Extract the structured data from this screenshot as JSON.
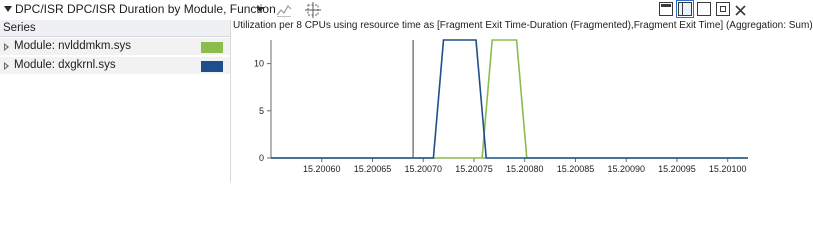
{
  "toolbar": {
    "title": "DPC/ISR",
    "preset": "DPC/ISR Duration by Module, Function",
    "icons": [
      "collapse-arrow",
      "graph-legend-icon",
      "select-icon",
      "display-graph-icon",
      "display-graph-table-icon",
      "display-table-icon",
      "minimize-icon",
      "close-icon"
    ]
  },
  "series_panel": {
    "header": "Series",
    "rows": [
      {
        "label": "Module: nvlddmkm.sys",
        "color": "#8cbb4e"
      },
      {
        "label": "Module: dxgkrnl.sys",
        "color": "#1f4e8c"
      }
    ]
  },
  "chart": {
    "caption": "Utilization per 8 CPUs using resource time as [Fragment Exit Time-Duration (Fragmented),Fragment Exit Time] (Aggregation: Sum)"
  },
  "chart_data": {
    "type": "line",
    "xlim": [
      15.20055,
      15.20102
    ],
    "ylim": [
      0,
      12.5
    ],
    "yticks": [
      0,
      5,
      10
    ],
    "ytick_labels": [
      "0",
      "5",
      "10"
    ],
    "xticks": [
      15.2006,
      15.20065,
      15.2007,
      15.20075,
      15.2008,
      15.20085,
      15.2009,
      15.20095,
      15.201
    ],
    "xtick_labels": [
      "15.20060",
      "15.20065",
      "15.20070",
      "15.20075",
      "15.20080",
      "15.20085",
      "15.20090",
      "15.20095",
      "15.20100"
    ],
    "cursor_x": 15.20069,
    "series": [
      {
        "name": "Module: nvlddmkm.sys",
        "color": "#8cbb4e",
        "x": [
          15.20055,
          15.200758,
          15.200768,
          15.200792,
          15.200802,
          15.20102
        ],
        "y": [
          0,
          0,
          12.5,
          12.5,
          0,
          0
        ]
      },
      {
        "name": "Module: dxgkrnl.sys",
        "color": "#1f4e8c",
        "x": [
          15.20055,
          15.20071,
          15.20072,
          15.200752,
          15.200762,
          15.20102
        ],
        "y": [
          0,
          0,
          12.5,
          12.5,
          0,
          0
        ]
      }
    ]
  }
}
